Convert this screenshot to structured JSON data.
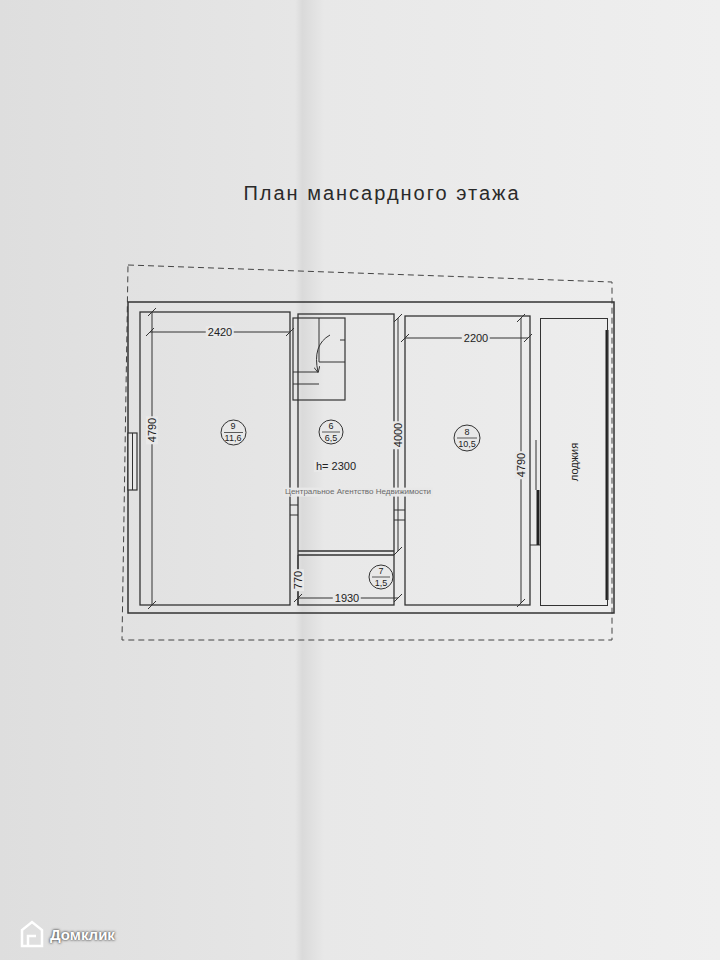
{
  "diagram": {
    "title": "План мансардного этажа",
    "nodes": [
      {
        "text": [
          "9",
          "11,6"
        ]
      },
      {
        "text": [
          "6",
          "6,5"
        ]
      },
      {
        "text": [
          "8",
          "10,5"
        ]
      },
      {
        "text": [
          "лоджия"
        ]
      },
      {
        "text": [
          "7",
          "1,5"
        ]
      }
    ],
    "labels": [
      "2420",
      "4790",
      "4000",
      "h= 2300",
      "2200",
      "4790",
      "770",
      "1930",
      "Центральное Агентство Недвижимости",
      "Домклик"
    ]
  }
}
